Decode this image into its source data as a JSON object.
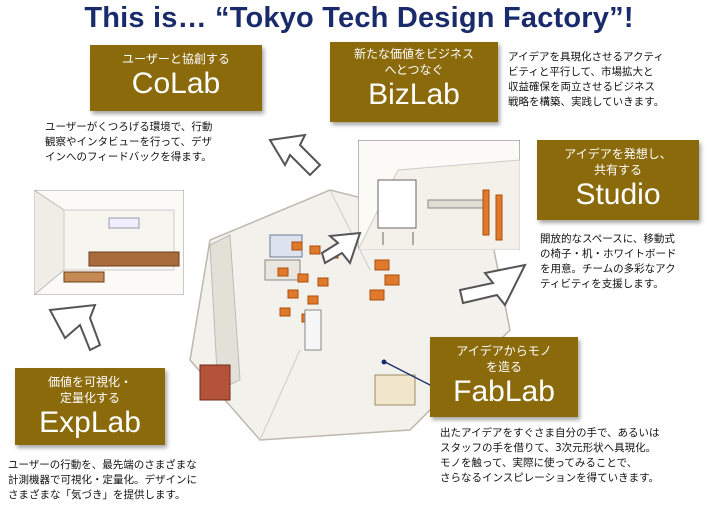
{
  "title": "This is… “Tokyo Tech Design Factory”!",
  "zones": {
    "colab": {
      "subtitle": "ユーザーと協創する",
      "name": "CoLab",
      "description": "ユーザーがくつろげる環境で、行動\n観察やインタビューを行って、デザ\nインへのフィードバックを得ます。"
    },
    "bizlab": {
      "subtitle": "新たな価値をビジネス\nへとつなぐ",
      "name": "BizLab",
      "description": "アイデアを具現化させるアクティ\nビティと平行して、市場拡大と\n収益確保を両立させるビジネス\n戦略を構築、実践していきます。"
    },
    "studio": {
      "subtitle": "アイデアを発想し、\n共有する",
      "name": "Studio",
      "description": "開放的なスペースに、移動式\nの椅子・机・ホワイトボード\nを用意。チームの多彩なアク\nティビティを支援します。"
    },
    "explab": {
      "subtitle": "価値を可視化・\n定量化する",
      "name": "ExpLab",
      "description": "ユーザーの行動を、最先端のさまざまな\n計測機器で可視化・定量化。デザインに\nさまざまな「気づき」を提供します。"
    },
    "fablab": {
      "subtitle": "アイデアからモノ\nを造る",
      "name": "FabLab",
      "description": "出たアイデアをすぐさま自分の手で、あるいは\nスタッフの手を借りて、3次元形状へ具現化。\nモノを触って、実際に使ってみることで、\nさらなるインスピレーションを得ていきます。"
    }
  },
  "colors": {
    "title": "#1a2b6b",
    "label_bg": "#8b6a0c",
    "arrow": "#5a5a5a"
  }
}
